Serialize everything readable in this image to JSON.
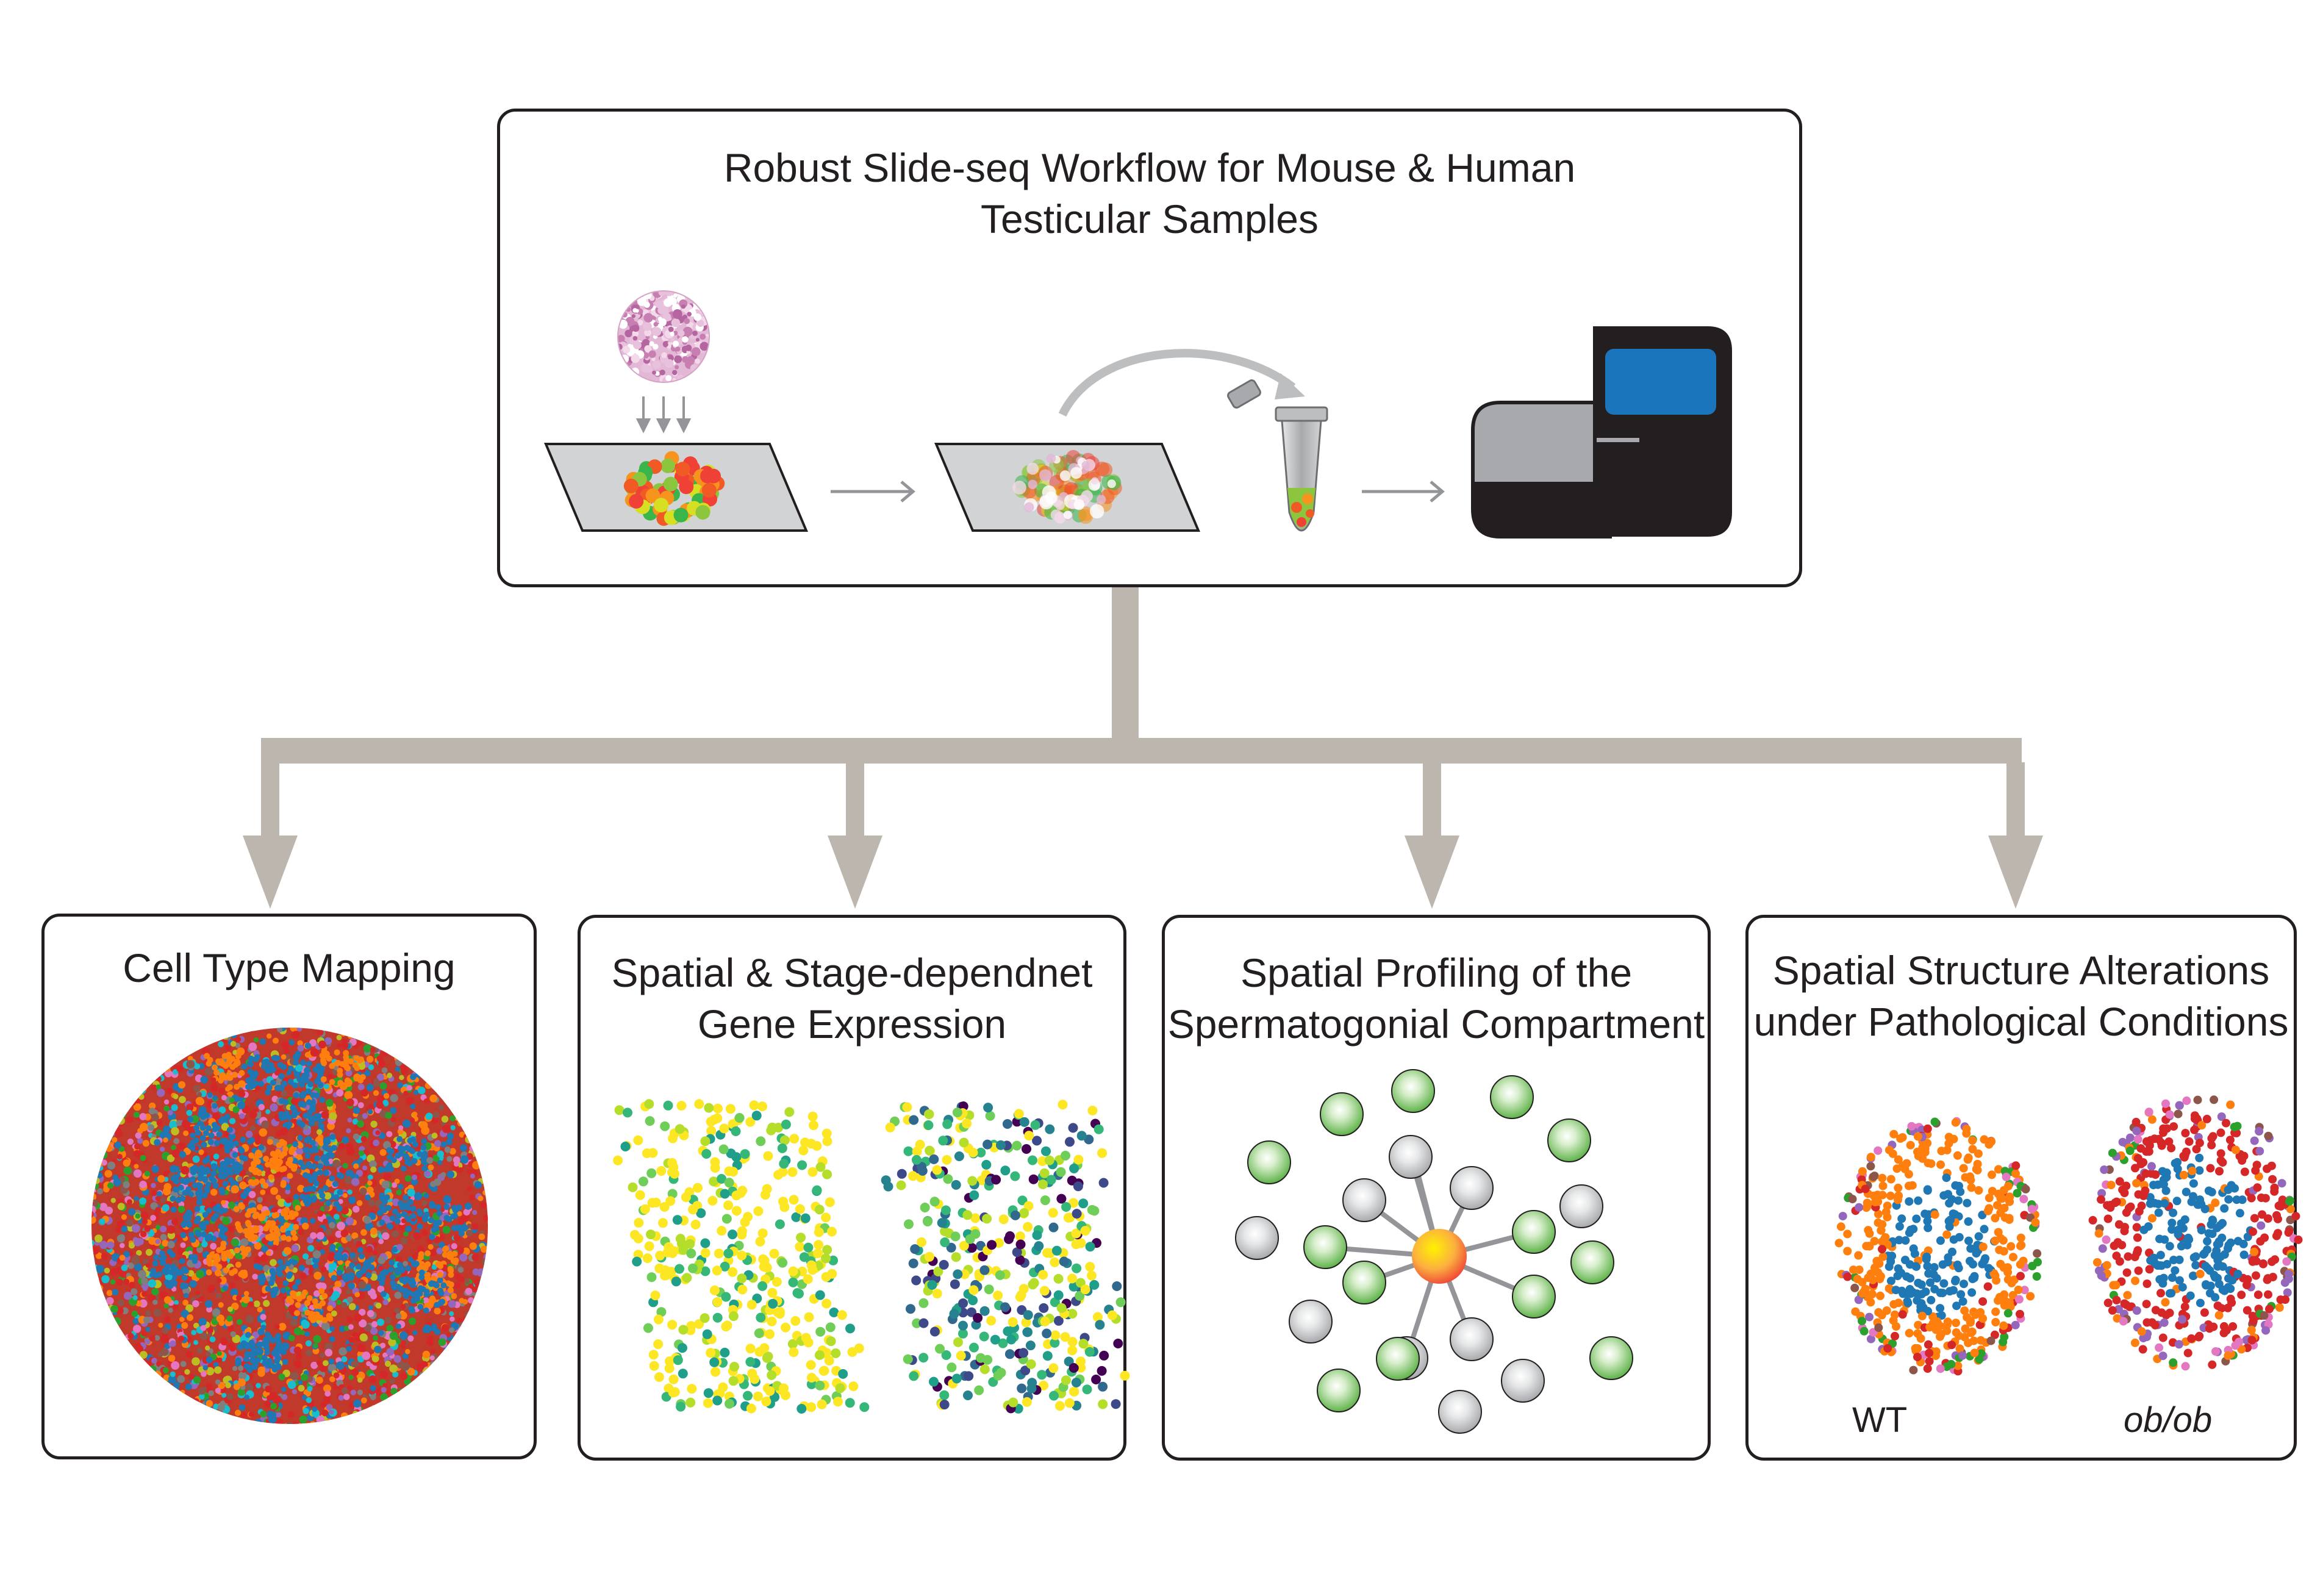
{
  "workflow": {
    "title_line1": "Robust Slide-seq Workflow for Mouse & Human",
    "title_line2": "Testicular Samples"
  },
  "panels": [
    {
      "title_line1": "Cell Type Mapping",
      "title_line2": ""
    },
    {
      "title_line1": "Spatial & Stage-dependnet",
      "title_line2": "Gene Expression"
    },
    {
      "title_line1": "Spatial Profiling of the",
      "title_line2": "Spermatogonial Compartment"
    },
    {
      "title_line1": "Spatial Structure Alterations",
      "title_line2": "under Pathological Conditions"
    }
  ],
  "conditions": {
    "wt": "WT",
    "obob": "ob/ob"
  },
  "colors": {
    "connector": "#bdb6ae",
    "outline": "#231f20",
    "sequencer_screen": "#1b75bc",
    "sequencer_body": "#231f20",
    "sequencer_grey": "#a7a9ac",
    "slide": "#d1d3d4",
    "cluster_blue": "#1f77b4",
    "cluster_orange": "#ff7f0e",
    "cluster_red": "#d62728",
    "spermatogonia_green": "#8cc63f",
    "niche_grey": "#bcbec0",
    "viridis_yellow": "#fde725"
  },
  "icons": [
    "tissue-section-icon",
    "bead-slide-icon",
    "tissue-on-slide-icon",
    "tube-icon",
    "sequencer-icon"
  ]
}
